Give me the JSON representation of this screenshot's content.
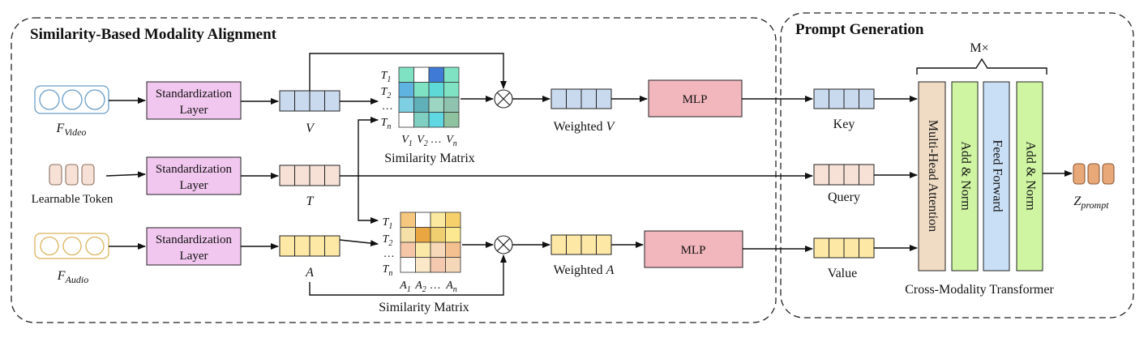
{
  "sections": {
    "alignment_title": "Similarity-Based Modality Alignment",
    "prompt_title": "Prompt Generation"
  },
  "inputs": {
    "video": {
      "sym": "F",
      "sub": "Video"
    },
    "token": "Learnable Token",
    "audio": {
      "sym": "F",
      "sub": "Audio"
    }
  },
  "std_layer": {
    "line1": "Standardization",
    "line2": "Layer"
  },
  "vectors": {
    "v": "V",
    "t": "T",
    "a": "A"
  },
  "matrix": {
    "caption": "Similarity Matrix",
    "row_labels": [
      {
        "sym": "T",
        "sub": "1"
      },
      {
        "sym": "T",
        "sub": "2"
      },
      {
        "sym": "…",
        "sub": ""
      },
      {
        "sym": "T",
        "sub": "n"
      }
    ],
    "video_cols": [
      {
        "sym": "V",
        "sub": "1"
      },
      {
        "sym": "V",
        "sub": "2"
      },
      {
        "sym": "…",
        "sub": ""
      },
      {
        "sym": "V",
        "sub": "n"
      }
    ],
    "audio_cols": [
      {
        "sym": "A",
        "sub": "1"
      },
      {
        "sym": "A",
        "sub": "2"
      },
      {
        "sym": "…",
        "sub": ""
      },
      {
        "sym": "A",
        "sub": "n"
      }
    ]
  },
  "weighted": {
    "label": "Weighted",
    "v": "V",
    "a": "A"
  },
  "mlp": "MLP",
  "kqv": {
    "key": "Key",
    "query": "Query",
    "value": "Value"
  },
  "transformer": {
    "repeat": "M×",
    "blocks": [
      "Multi-Head Attention",
      "Add & Norm",
      "Feed Forward",
      "Add & Norm"
    ],
    "caption": "Cross-Modality Transformer"
  },
  "output": {
    "sym": "Z",
    "sub": "prompt"
  },
  "colors": {
    "video_vec": "#c9d9ee",
    "token_vec": "#f7e1d6",
    "audio_vec": "#fde8a6",
    "std_layer": "#f1c7ef",
    "mlp": "#f2b6bd",
    "mha": "#f0dcc4",
    "add_norm": "#cff5a2",
    "feed_forward": "#c9dff6",
    "output": "#e8a878",
    "video_ring": "#6b9ec7",
    "audio_ring": "#d9b45a",
    "video_matrix": [
      [
        "#7fe3c3",
        "#ffffff",
        "#3f7ad6",
        "#7fe3c3"
      ],
      [
        "#5fb3e0",
        "#7fe3c3",
        "#5fd8d8",
        "#7fe3c3"
      ],
      [
        "#7fcfe3",
        "#5fb0b8",
        "#9dd5c3",
        "#8fc3b0"
      ],
      [
        "#ffffff",
        "#7fcfc3",
        "#5fd8e3",
        "#8fc3a0"
      ]
    ],
    "audio_matrix": [
      [
        "#f5c77f",
        "#ffffff",
        "#fbe9a0",
        "#f5d06b"
      ],
      [
        "#f5e0a8",
        "#eaa640",
        "#f0cf70",
        "#fbe890"
      ],
      [
        "#f5c7a8",
        "#fbe9a8",
        "#f7d8b8",
        "#f5c090"
      ],
      [
        "#ffffff",
        "#fbe8c8",
        "#f5c8b0",
        "#f5d8b8"
      ]
    ]
  }
}
